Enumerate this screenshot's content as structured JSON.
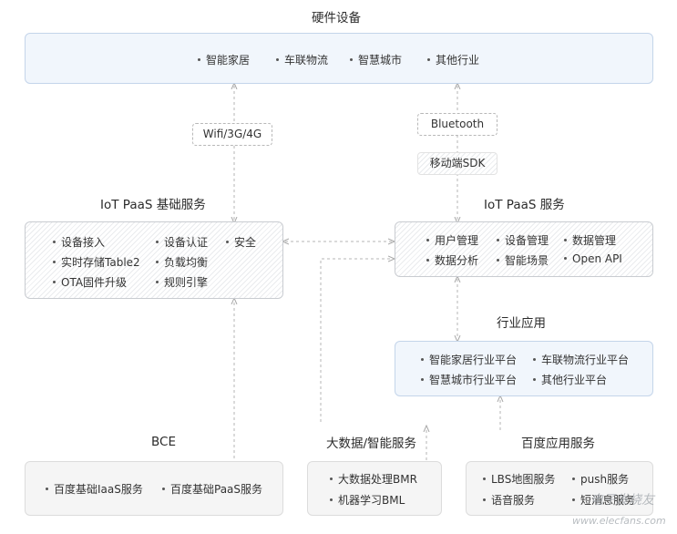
{
  "hardware": {
    "title": "硬件设备",
    "items": [
      "智能家居",
      "车联物流",
      "智慧城市",
      "其他行业"
    ]
  },
  "tags": {
    "wifi": "Wifi/3G/4G",
    "bluetooth": "Bluetooth",
    "sdk": "移动端SDK"
  },
  "basic_paas": {
    "title": "IoT PaaS 基础服务",
    "items": [
      "设备接入",
      "设备认证",
      "安全",
      "实时存储Table2",
      "负载均衡",
      "OTA固件升级",
      "规则引擎"
    ]
  },
  "paas": {
    "title": "IoT PaaS 服务",
    "items": [
      "用户管理",
      "设备管理",
      "数据管理",
      "数据分析",
      "智能场景",
      "Open API"
    ]
  },
  "industry": {
    "title": "行业应用",
    "items": [
      "智能家居行业平台",
      "车联物流行业平台",
      "智慧城市行业平台",
      "其他行业平台"
    ]
  },
  "bce": {
    "title": "BCE",
    "items": [
      "百度基础IaaS服务",
      "百度基础PaaS服务"
    ]
  },
  "bigdata": {
    "title": "大数据/智能服务",
    "items": [
      "大数据处理BMR",
      "机器学习BML"
    ]
  },
  "baidu_app": {
    "title": "百度应用服务",
    "items": [
      "LBS地图服务",
      "push服务",
      "语音服务",
      "短消息服务"
    ]
  },
  "watermark": {
    "line1": "电子发烧友",
    "line2": "www.elecfans.com"
  },
  "colors": {
    "blue_box_fill": "#f1f6fc",
    "blue_box_border": "#c4d5ea",
    "connector": "#b0b0b0"
  }
}
